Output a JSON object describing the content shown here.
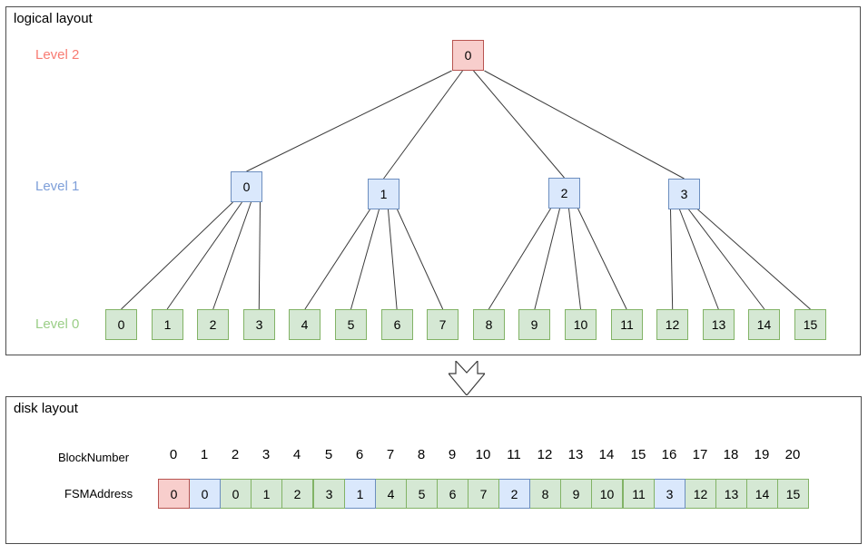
{
  "logical_layout": {
    "title": "logical layout",
    "level_labels": [
      {
        "name": "Level 2",
        "color": "#f87b72"
      },
      {
        "name": "Level 1",
        "color": "#7e9fd9"
      },
      {
        "name": "Level 0",
        "color": "#9bce87"
      }
    ],
    "root_node": {
      "label": "0",
      "type": "red"
    },
    "level1_nodes": [
      {
        "label": "0",
        "type": "blue"
      },
      {
        "label": "1",
        "type": "blue"
      },
      {
        "label": "2",
        "type": "blue"
      },
      {
        "label": "3",
        "type": "blue"
      }
    ],
    "level0_nodes": [
      {
        "label": "0",
        "type": "green"
      },
      {
        "label": "1",
        "type": "green"
      },
      {
        "label": "2",
        "type": "green"
      },
      {
        "label": "3",
        "type": "green"
      },
      {
        "label": "4",
        "type": "green"
      },
      {
        "label": "5",
        "type": "green"
      },
      {
        "label": "6",
        "type": "green"
      },
      {
        "label": "7",
        "type": "green"
      },
      {
        "label": "8",
        "type": "green"
      },
      {
        "label": "9",
        "type": "green"
      },
      {
        "label": "10",
        "type": "green"
      },
      {
        "label": "11",
        "type": "green"
      },
      {
        "label": "12",
        "type": "green"
      },
      {
        "label": "13",
        "type": "green"
      },
      {
        "label": "14",
        "type": "green"
      },
      {
        "label": "15",
        "type": "green"
      }
    ]
  },
  "arrow": {
    "direction": "down"
  },
  "disk_layout": {
    "title": "disk layout",
    "row_labels": {
      "block_number": "BlockNumber",
      "fsm_address": "FSMAddress"
    },
    "block_numbers": [
      "0",
      "1",
      "2",
      "3",
      "4",
      "5",
      "6",
      "7",
      "8",
      "9",
      "10",
      "11",
      "12",
      "13",
      "14",
      "15",
      "16",
      "17",
      "18",
      "19",
      "20"
    ],
    "fsm_cells": [
      {
        "value": "0",
        "type": "red"
      },
      {
        "value": "0",
        "type": "blue"
      },
      {
        "value": "0",
        "type": "green"
      },
      {
        "value": "1",
        "type": "green"
      },
      {
        "value": "2",
        "type": "green"
      },
      {
        "value": "3",
        "type": "green"
      },
      {
        "value": "1",
        "type": "blue"
      },
      {
        "value": "4",
        "type": "green"
      },
      {
        "value": "5",
        "type": "green"
      },
      {
        "value": "6",
        "type": "green"
      },
      {
        "value": "7",
        "type": "green"
      },
      {
        "value": "2",
        "type": "blue"
      },
      {
        "value": "8",
        "type": "green"
      },
      {
        "value": "9",
        "type": "green"
      },
      {
        "value": "10",
        "type": "green"
      },
      {
        "value": "11",
        "type": "green"
      },
      {
        "value": "3",
        "type": "blue"
      },
      {
        "value": "12",
        "type": "green"
      },
      {
        "value": "13",
        "type": "green"
      },
      {
        "value": "14",
        "type": "green"
      },
      {
        "value": "15",
        "type": "green"
      }
    ]
  },
  "colors": {
    "red_fill": "#f8cecc",
    "red_stroke": "#b85450",
    "blue_fill": "#dae8fc",
    "blue_stroke": "#6c8ebf",
    "green_fill": "#d5e8d4",
    "green_stroke": "#82b366",
    "edge": "#3b3b3b"
  }
}
